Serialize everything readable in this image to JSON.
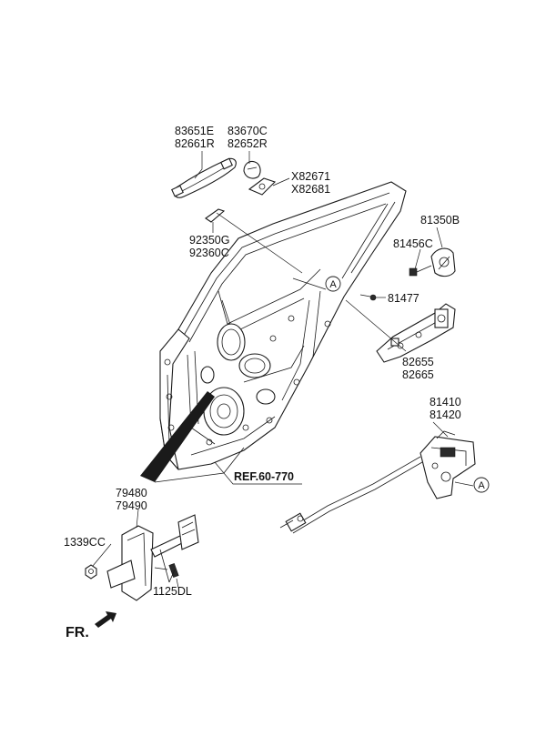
{
  "labels": {
    "handle_a": "83651E",
    "handle_b": "82661R",
    "cover_a": "83670C",
    "cover_b": "82652R",
    "bracket_a": "X82671",
    "bracket_b": "X82681",
    "pad_a": "92350G",
    "pad_b": "92360C",
    "lock_cover_a": "81350B",
    "lock_cover_b": "81456C",
    "screw": "81477",
    "frame_a": "82655",
    "frame_b": "82665",
    "latch_a": "81410",
    "latch_b": "81420",
    "checker_a": "79480",
    "checker_b": "79490",
    "nut": "1339CC",
    "bolt": "1125DL",
    "ref": "REF.60-770",
    "callout_a": "A",
    "callout_b": "A",
    "front": "FR."
  }
}
